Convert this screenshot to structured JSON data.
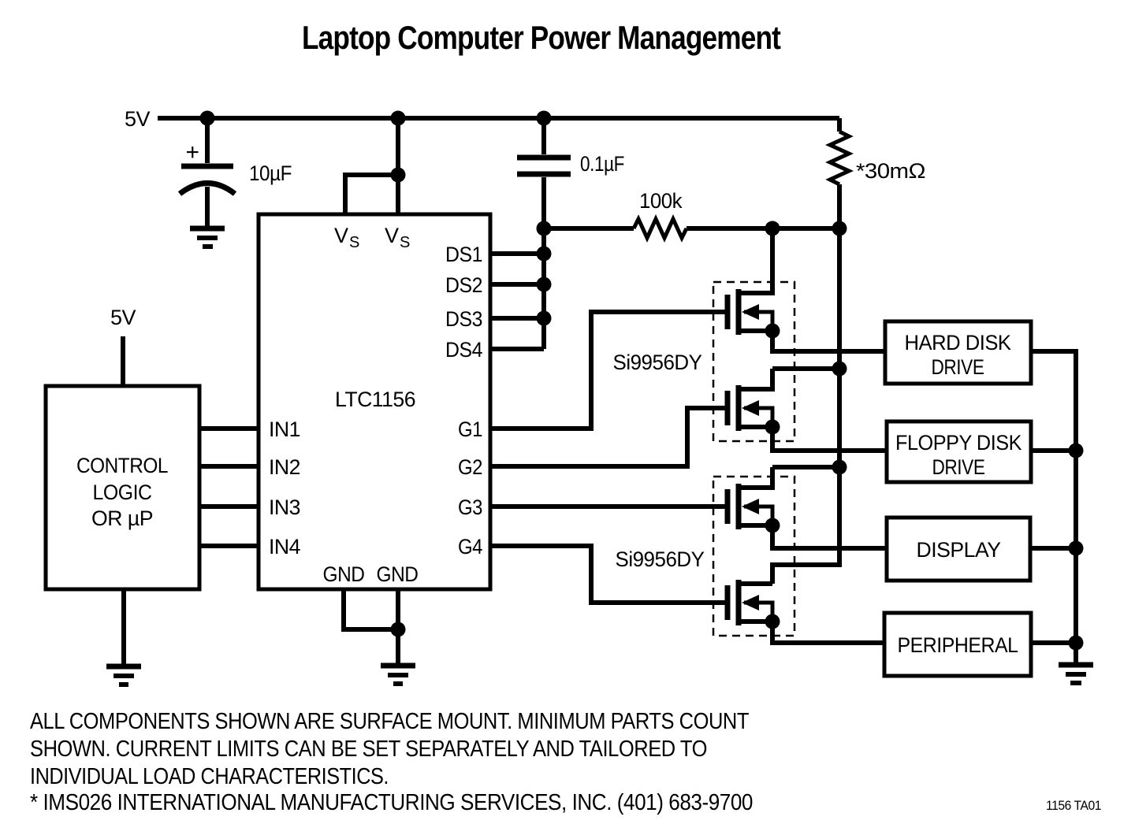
{
  "title": "Laptop Computer Power Management",
  "supply": {
    "rail": "5V",
    "logic": "5V"
  },
  "capacitors": {
    "bulk": "10µF",
    "bulk_polarity": "+",
    "bypass": "0.1µF"
  },
  "resistors": {
    "pullup": "100k",
    "sense": "*30mΩ"
  },
  "ic": {
    "name": "LTC1156",
    "vs_main": "V",
    "vs_sub": "S",
    "ds_pins": [
      "DS1",
      "DS2",
      "DS3",
      "DS4"
    ],
    "g_pins": [
      "G1",
      "G2",
      "G3",
      "G4"
    ],
    "in_pins": [
      "IN1",
      "IN2",
      "IN3",
      "IN4"
    ],
    "gnd_pins": [
      "GND",
      "GND"
    ]
  },
  "control": {
    "line1": "CONTROL",
    "line2": "LOGIC",
    "line3": "OR µP"
  },
  "mosfets": {
    "pair1": "Si9956DY",
    "pair2": "Si9956DY"
  },
  "loads": {
    "hdd_line1": "HARD DISK",
    "hdd_line2": "DRIVE",
    "fdd_line1": "FLOPPY DISK",
    "fdd_line2": "DRIVE",
    "display": "DISPLAY",
    "peripheral": "PERIPHERAL"
  },
  "notes": {
    "line1": "ALL COMPONENTS SHOWN ARE SURFACE MOUNT. MINIMUM PARTS COUNT",
    "line2": "SHOWN. CURRENT LIMITS CAN BE SET SEPARATELY AND TAILORED TO",
    "line3": "INDIVIDUAL LOAD CHARACTERISTICS.",
    "line4": "* IMS026 INTERNATIONAL MANUFACTURING SERVICES, INC. (401) 683-9700"
  },
  "figure_id": "1156 TA01",
  "colors": {
    "ink": "#000000",
    "paper": "#ffffff"
  }
}
